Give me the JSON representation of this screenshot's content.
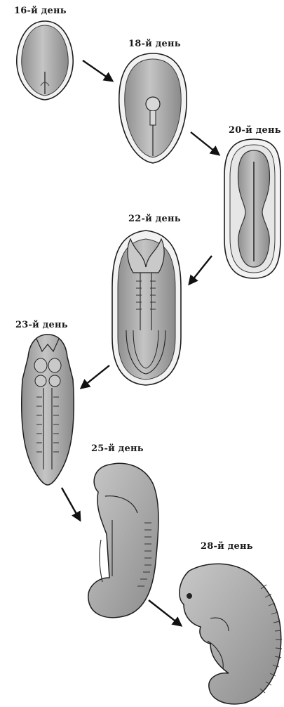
{
  "stages": [
    {
      "label": "16-й день"
    },
    {
      "label": "18-й день"
    },
    {
      "label": "20-й день"
    },
    {
      "label": "22-й день"
    },
    {
      "label": "23-й день"
    },
    {
      "label": "25-й день"
    },
    {
      "label": "28-й день"
    }
  ],
  "colors": {
    "embryo_fill": "#a9a9a9",
    "embryo_light": "#cfcfcf",
    "outline": "#1e1e1e",
    "membrane": "#eeeeee",
    "arrow": "#111111"
  }
}
